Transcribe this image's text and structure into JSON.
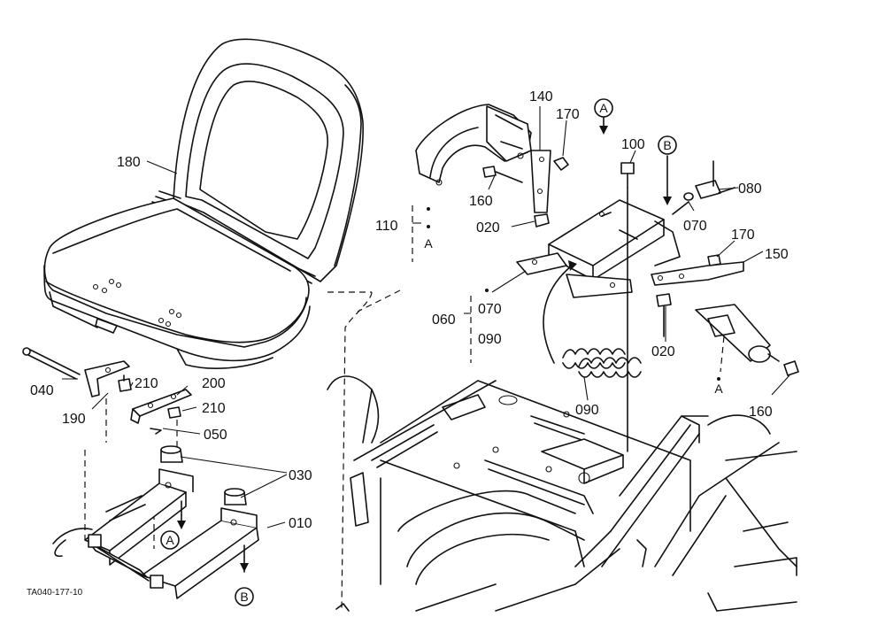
{
  "drawing_code": "TA040-177-10",
  "part_numbers": {
    "p010": "010",
    "p020a": "020",
    "p020b": "020",
    "p030": "030",
    "p040": "040",
    "p050": "050",
    "p060": "060",
    "p070a": "070",
    "p070b": "070",
    "p080": "080",
    "p090a": "090",
    "p090b": "090",
    "p100": "100",
    "p110": "110",
    "p140": "140",
    "p150": "150",
    "p160a": "160",
    "p160b": "160",
    "p170a": "170",
    "p170b": "170",
    "p180": "180",
    "p190": "190",
    "p200": "200",
    "p210a": "210",
    "p210b": "210"
  },
  "reference_marks": {
    "circle_a_top": "A",
    "circle_b_top": "B",
    "circle_a_bottom": "A",
    "circle_b_bottom": "B",
    "leader_a_110": "A",
    "leader_a_150": "A"
  },
  "colors": {
    "ink": "#111111",
    "paper": "#ffffff"
  }
}
